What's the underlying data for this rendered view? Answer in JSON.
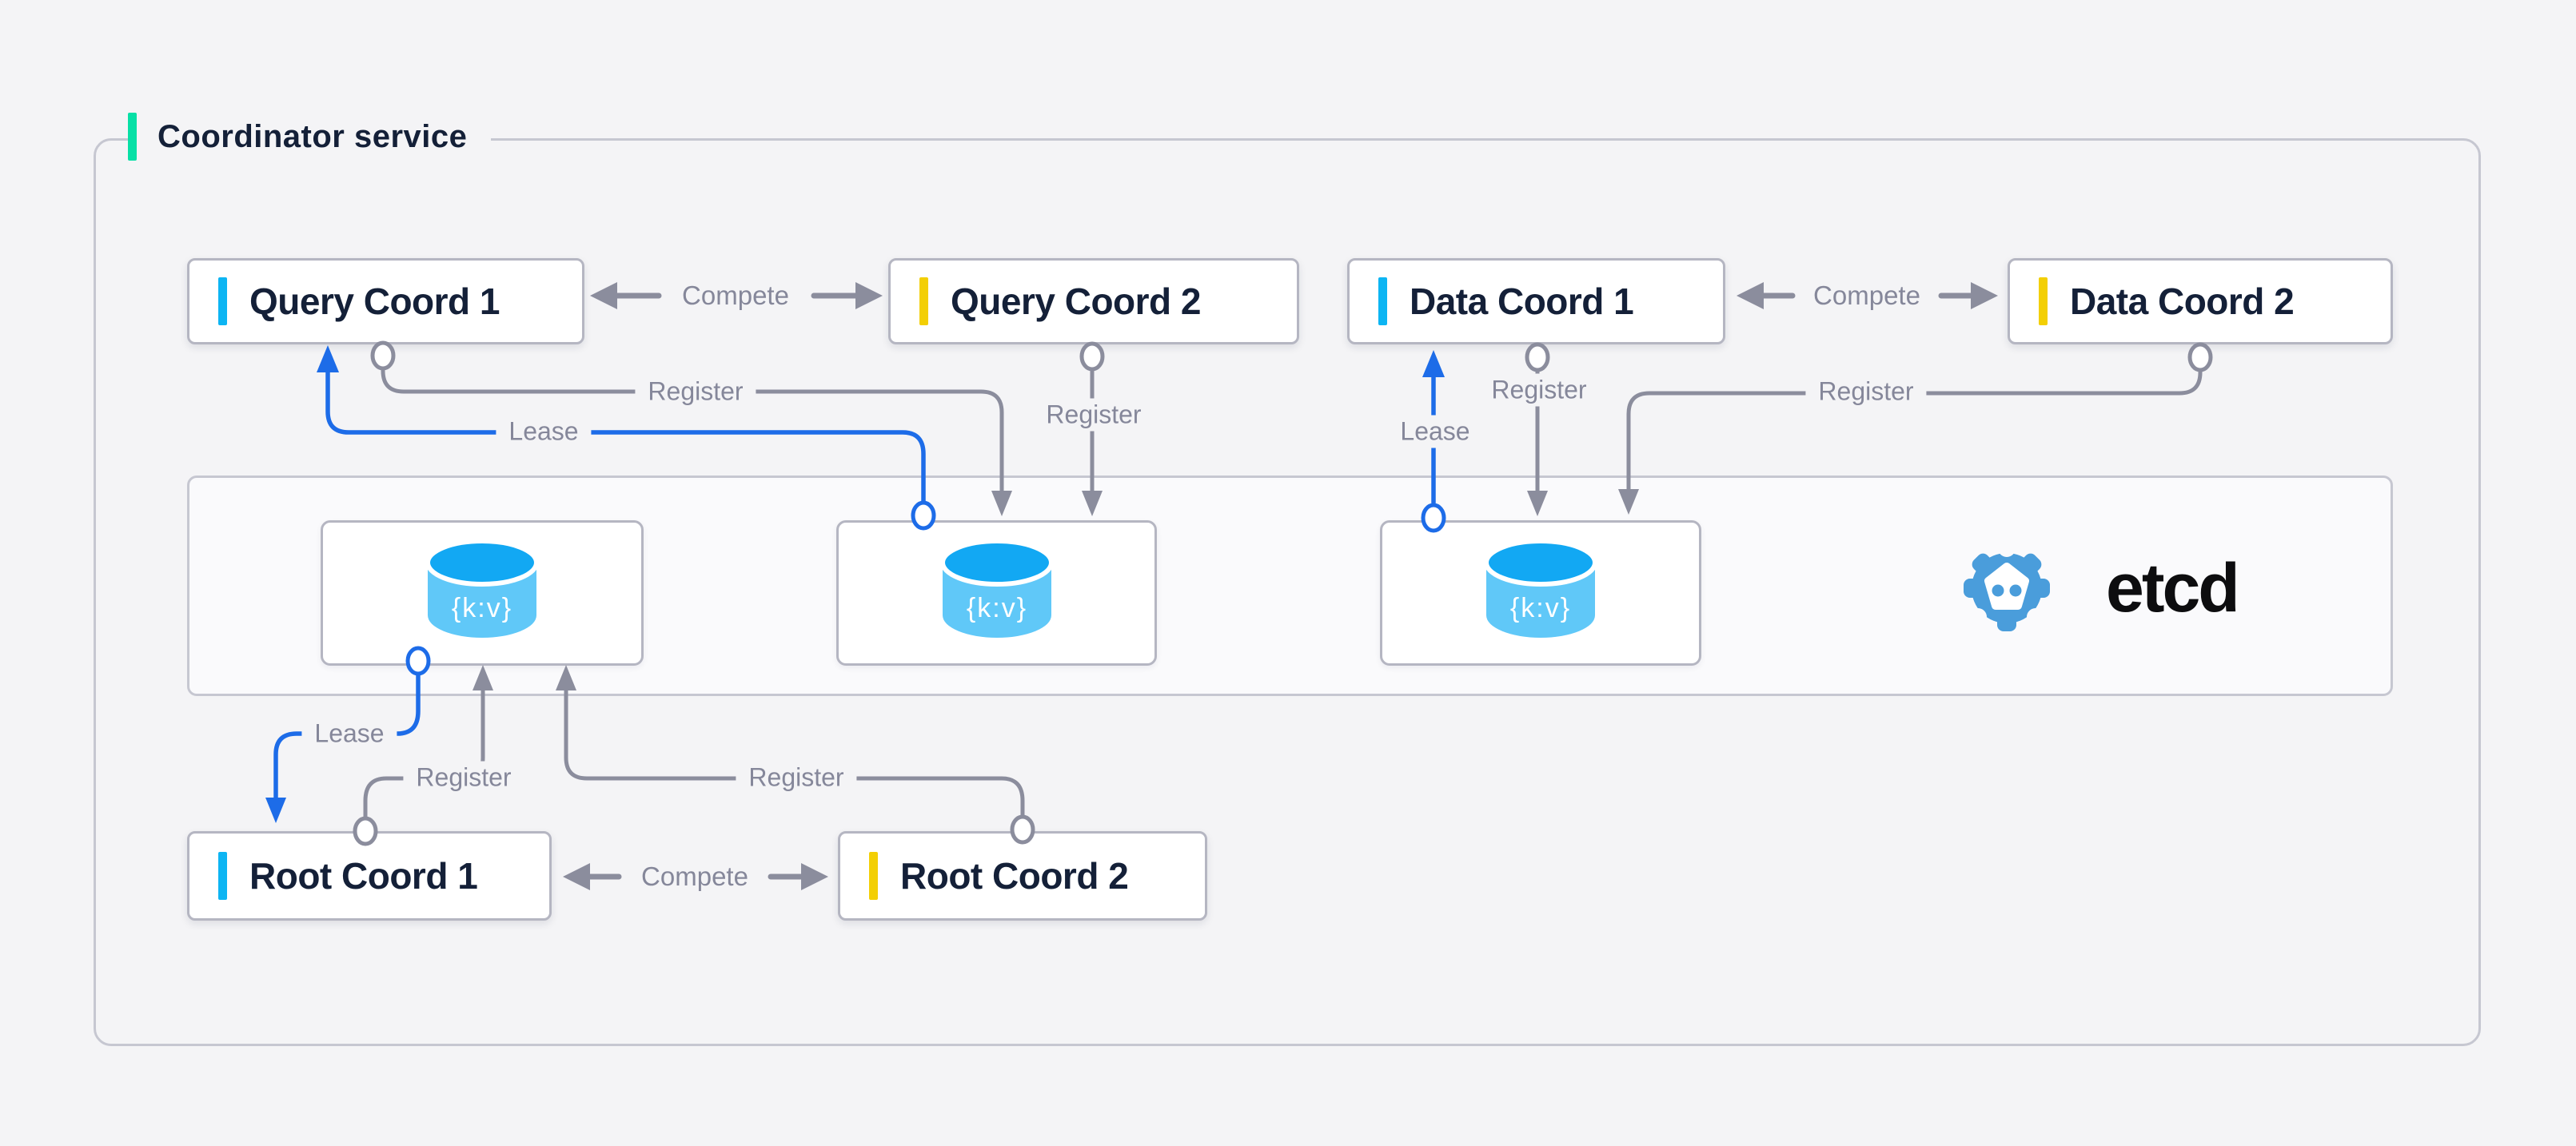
{
  "title": "Coordinator service",
  "labels": {
    "compete": "Compete",
    "register": "Register",
    "lease": "Lease"
  },
  "nodes": {
    "query1": {
      "label": "Query Coord 1",
      "accent": "cyan"
    },
    "query2": {
      "label": "Query Coord 2",
      "accent": "yellow"
    },
    "data1": {
      "label": "Data Coord 1",
      "accent": "cyan"
    },
    "data2": {
      "label": "Data Coord 2",
      "accent": "yellow"
    },
    "root1": {
      "label": "Root Coord 1",
      "accent": "cyan"
    },
    "root2": {
      "label": "Root Coord 2",
      "accent": "yellow"
    }
  },
  "etcd": {
    "name": "etcd",
    "kv": "{k:v}"
  },
  "colors": {
    "accent_green": "#07e0a6",
    "cyan": "#0db5f3",
    "yellow": "#f3cf04",
    "navy": "#142038",
    "line_gray": "#8b8d9d",
    "line_blue": "#1d6ce8",
    "etcd_blue": "#4a9ddb",
    "cylinder_top": "#12a8f3",
    "cylinder_body": "#60c8f8",
    "page_bg": "#f4f4f6",
    "panel_bg": "#fafafc"
  }
}
